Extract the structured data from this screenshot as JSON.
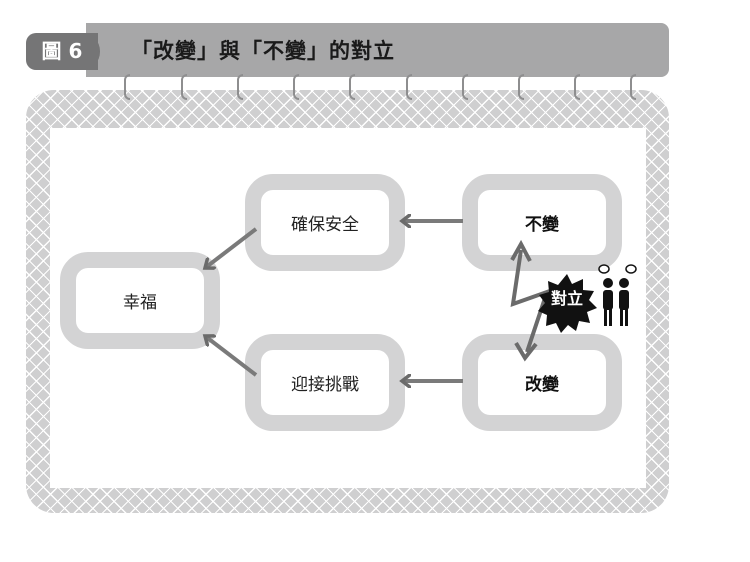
{
  "header": {
    "figure_label": "圖 6",
    "title": "「改變」與「不變」的對立"
  },
  "diagram": {
    "nodes": {
      "happiness": "幸福",
      "ensure_safety": "確保安全",
      "embrace_challenge": "迎接挑戰",
      "unchanging": "不變",
      "change": "改變"
    },
    "conflict_label": "對立"
  },
  "colors": {
    "header_bar": "#a7a7a8",
    "figure_tab": "#757576",
    "node_border": "#d3d3d4",
    "arrow": "#7a7a7a",
    "burst": "#111111"
  }
}
